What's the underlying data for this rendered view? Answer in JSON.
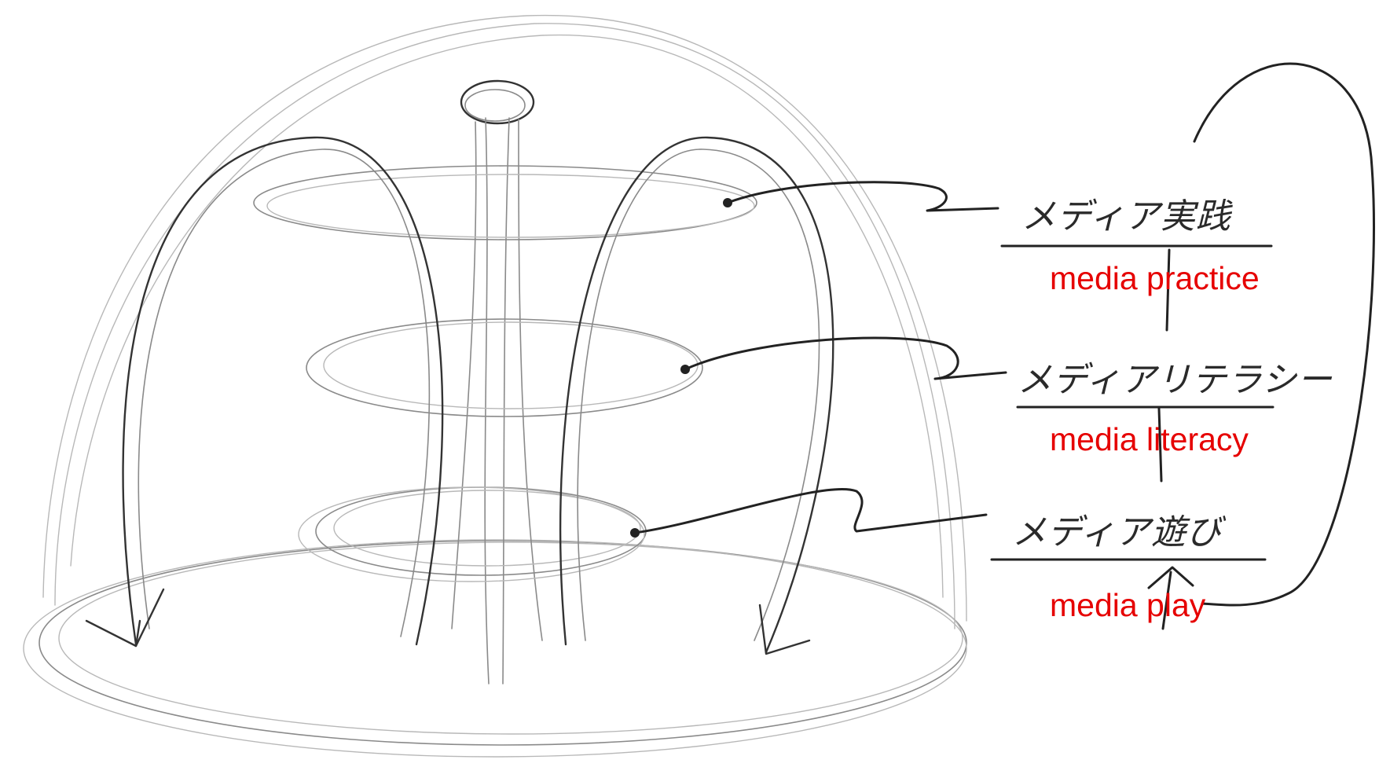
{
  "labels": [
    {
      "ja": "メディア実践",
      "en": "media practice"
    },
    {
      "ja": "メディアリテラシー",
      "en": "media literacy"
    },
    {
      "ja": "メディア遊び",
      "en": "media play"
    }
  ],
  "colors": {
    "english_label": "#e60000",
    "pencil": "#333333"
  }
}
